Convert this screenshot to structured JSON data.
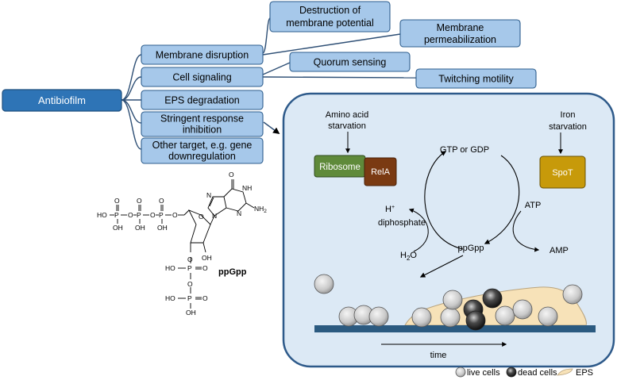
{
  "root": {
    "label": "Antibiofilm"
  },
  "targets": [
    {
      "line1": "Membrane disruption",
      "line2": ""
    },
    {
      "line1": "Cell signaling",
      "line2": ""
    },
    {
      "line1": "EPS degradation",
      "line2": ""
    },
    {
      "line1": "Stringent response",
      "line2": "inhibition"
    },
    {
      "line1": "Other target, e.g. gene",
      "line2": "downregulation"
    }
  ],
  "sub_targets": {
    "destruction": {
      "line1": "Destruction of",
      "line2": "membrane potential"
    },
    "permeabilization": {
      "line1": "Membrane",
      "line2": "permeabilization"
    },
    "quorum": {
      "line1": "Quorum sensing",
      "line2": ""
    },
    "twitching": {
      "line1": "Twitching motility",
      "line2": ""
    }
  },
  "mechanism": {
    "amino_acid": {
      "line1": "Amino acid",
      "line2": "starvation"
    },
    "iron": {
      "line1": "Iron",
      "line2": "starvation"
    },
    "ribosome": "Ribosome",
    "rela": "RelA",
    "spot": "SpoT",
    "gtp_gdp": "GTP or GDP",
    "atp": "ATP",
    "amp": "AMP",
    "ppgpp": "ppGpp",
    "h_plus": "H",
    "h_plus_sup": "+",
    "diphosphate": "diphosphate",
    "h2o_h": "H",
    "h2o_sub": "2",
    "h2o_o": "O",
    "time": "time"
  },
  "molecule": {
    "name": "ppGpp",
    "atoms": {
      "ho": "HO",
      "oh": "OH",
      "p": "P",
      "o": "O",
      "n": "N",
      "nh": "NH",
      "nh2": "NH",
      "nh2_sub": "2"
    }
  },
  "legend": {
    "live": "live cells",
    "dead": "dead cells",
    "eps": "EPS"
  },
  "colors": {
    "box_fill": "#a6c8ea",
    "box_stroke": "#2e5e8e",
    "root_fill": "#2e74b6",
    "panel_fill": "#dce9f5",
    "panel_stroke": "#2e5a8a",
    "ribosome": "#5f8a3a",
    "rela": "#7a3a12",
    "spot": "#c79a0a",
    "surface": "#2b5a80",
    "eps": "#f7e2b8"
  }
}
